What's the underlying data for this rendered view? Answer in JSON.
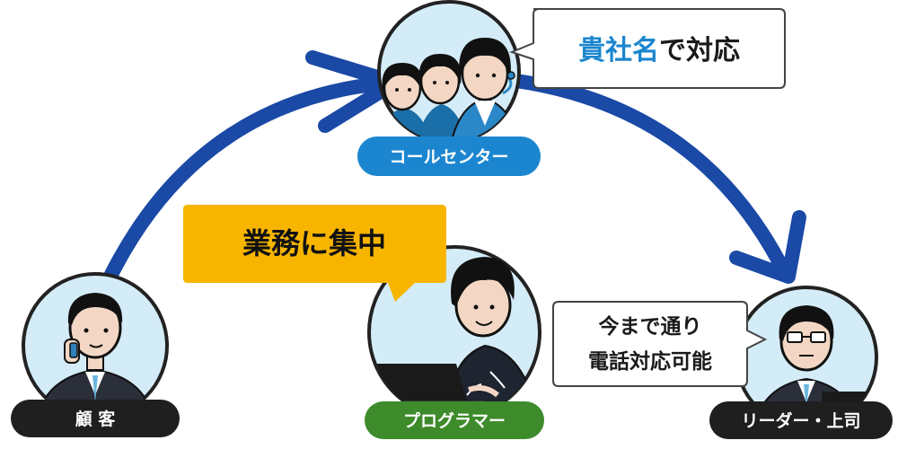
{
  "colors": {
    "arrow": "#1a49a6",
    "circle_fill": "#d4ecf7",
    "outline": "#222222",
    "pill_dark": "#1f1f1f",
    "pill_blue": "#1b86cf",
    "pill_green": "#3d8b2a",
    "focus_bubble": "#f7b500",
    "accent_text": "#1b86cf"
  },
  "nodes": {
    "customer": {
      "label": "顧 客",
      "icon": "man-on-phone-icon"
    },
    "call_center": {
      "label": "コールセンター",
      "icon": "headset-operators-icon"
    },
    "programmer": {
      "label": "プログラマー",
      "icon": "programmer-at-laptop-icon"
    },
    "leader": {
      "label": "リーダー・上司",
      "icon": "man-with-glasses-icon"
    }
  },
  "bubbles": {
    "company": {
      "accent": "貴社名",
      "rest": "で対応"
    },
    "focus": {
      "text": "業務に集中"
    },
    "phone": {
      "line1": "今まで通り",
      "line2": "電話対応可能"
    }
  }
}
